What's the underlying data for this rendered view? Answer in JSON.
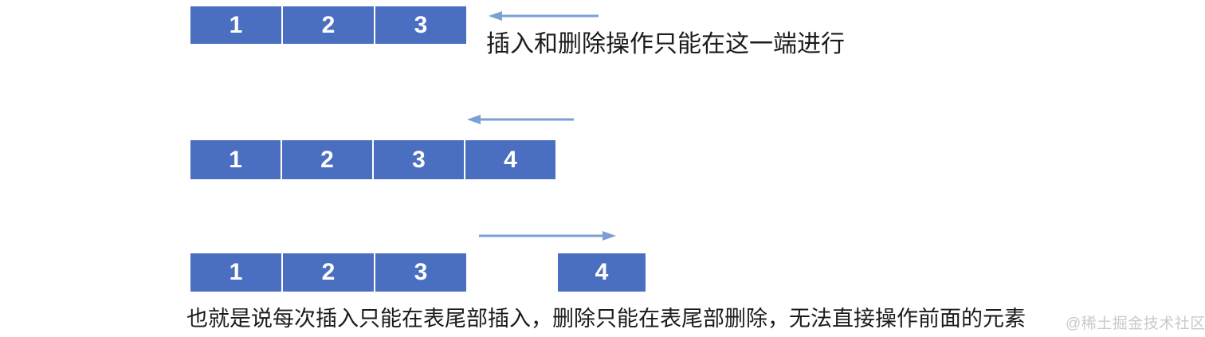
{
  "colors": {
    "box": "#4B6FC0",
    "box-text": "#FFFFFF",
    "arrow": "#7B9FD4",
    "text": "#1B1B1B",
    "watermark": "#C9C9C9"
  },
  "diagram": {
    "row1": {
      "cells": [
        "1",
        "2",
        "3"
      ],
      "arrow_direction": "left",
      "caption": "插入和删除操作只能在这一端进行"
    },
    "row2": {
      "cells": [
        "1",
        "2",
        "3",
        "4"
      ],
      "arrow_direction": "left"
    },
    "row3": {
      "cells": [
        "1",
        "2",
        "3"
      ],
      "detached_cell": "4",
      "arrow_direction": "right"
    },
    "footer_caption": "也就是说每次插入只能在表尾部插入，删除只能在表尾部删除，无法直接操作前面的元素"
  },
  "watermark": "@稀土掘金技术社区"
}
